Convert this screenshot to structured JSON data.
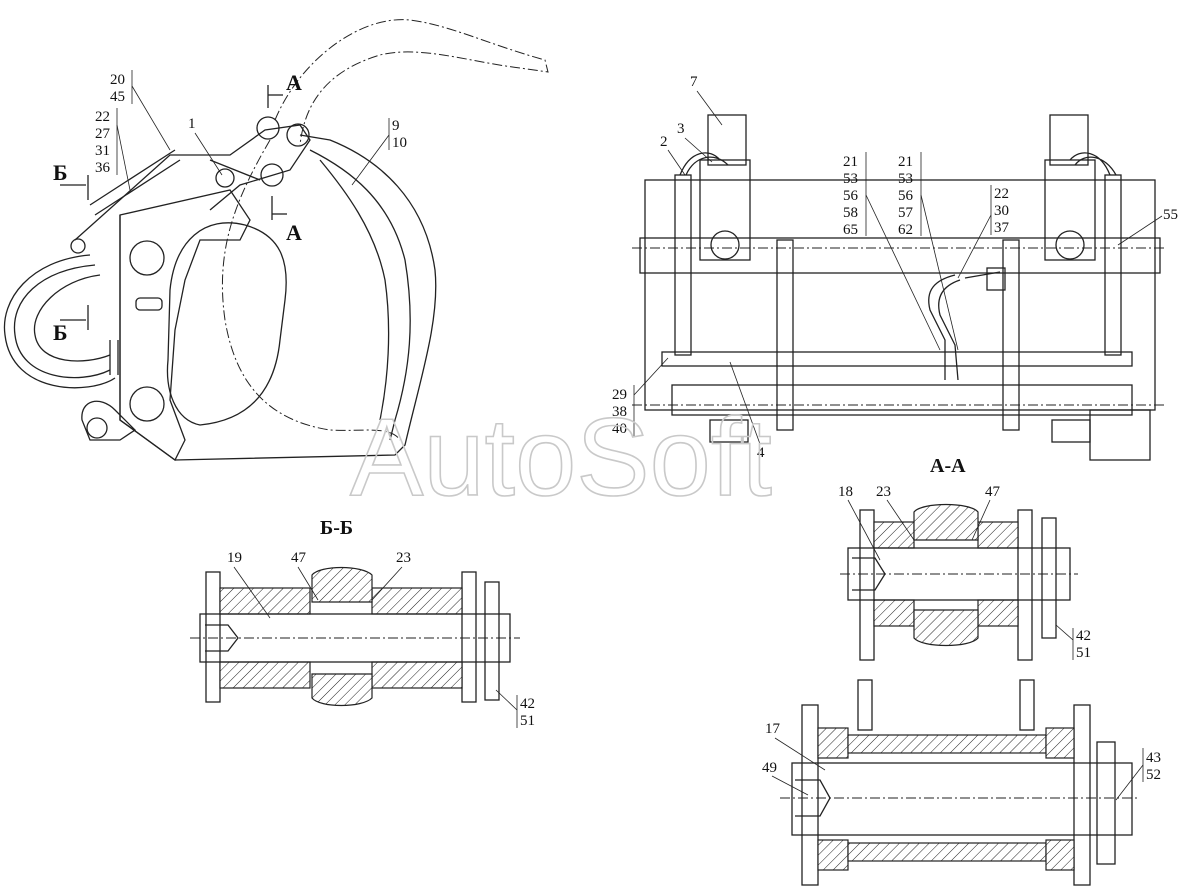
{
  "watermark": "AutoSoft",
  "section_titles": {
    "aa": "А-А",
    "bb": "Б-Б"
  },
  "section_marks": {
    "a": "А",
    "b": "Б"
  },
  "callouts": {
    "c20_45": [
      "20",
      "45"
    ],
    "c22_27_31_36": [
      "22",
      "27",
      "31",
      "36"
    ],
    "c1": "1",
    "c9_10": [
      "9",
      "10"
    ],
    "c7": "7",
    "c3": "3",
    "c2": "2",
    "c21_53_56_58_65": [
      "21",
      "53",
      "56",
      "58",
      "65"
    ],
    "c21_53_56_57_62": [
      "21",
      "53",
      "56",
      "57",
      "62"
    ],
    "c22_30_37": [
      "22",
      "30",
      "37"
    ],
    "c55": "55",
    "c29_38_40": [
      "29",
      "38",
      "40"
    ],
    "c4": "4",
    "c19": "19",
    "c47_bb": "47",
    "c23_bb": "23",
    "c42_51_bb": [
      "42",
      "51"
    ],
    "c18": "18",
    "c23_aa": "23",
    "c47_aa": "47",
    "c42_51_aa": [
      "42",
      "51"
    ],
    "c17": "17",
    "c49": "49",
    "c43_52": [
      "43",
      "52"
    ]
  }
}
